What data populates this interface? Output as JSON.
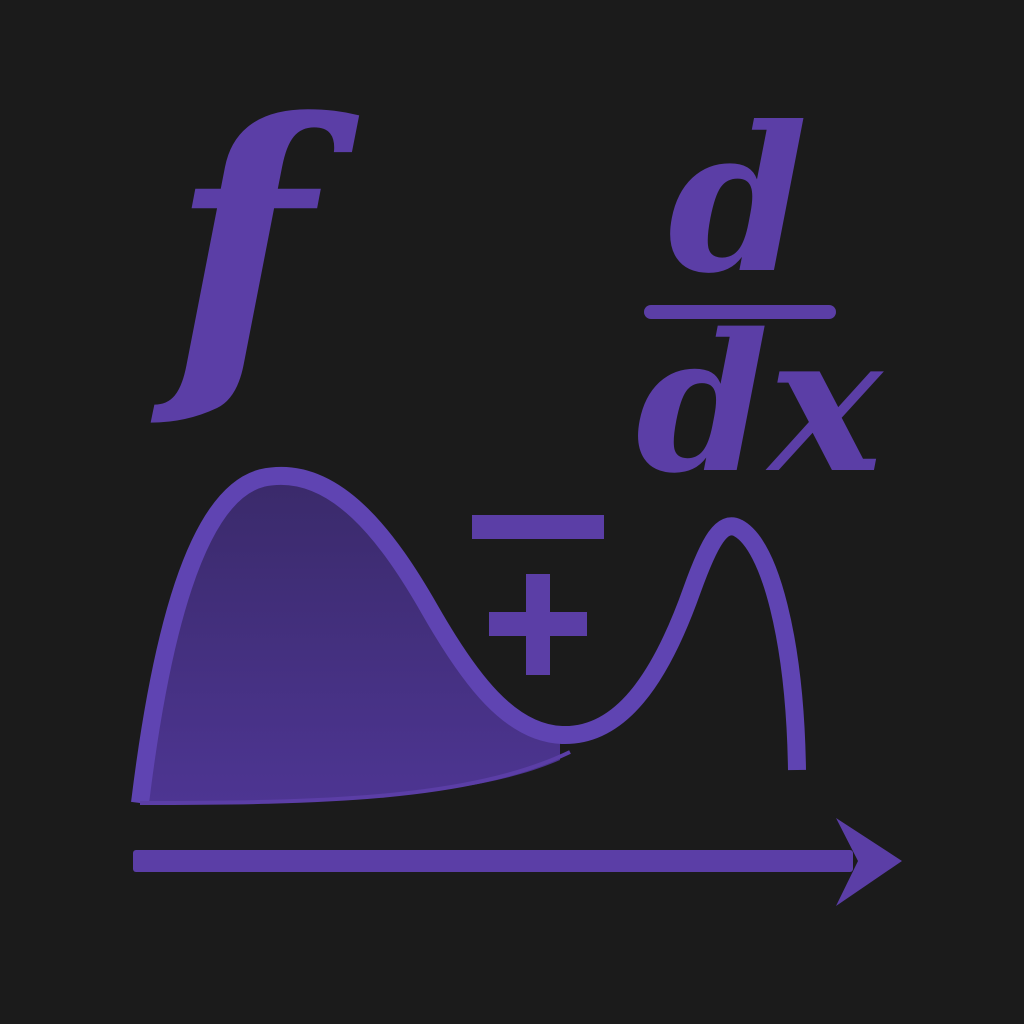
{
  "icon": {
    "name": "calculus-icon",
    "function_symbol": "f",
    "derivative_numerator": "d",
    "derivative_denominator": "dx",
    "minus_plus_symbol": "∓"
  },
  "colors": {
    "background": "#1b1b1b",
    "accent": "#5b3ea6",
    "accent_stroke": "#5f44b2",
    "area_fill_dark": "#3a2a6a",
    "area_fill_light": "#4d3592"
  }
}
